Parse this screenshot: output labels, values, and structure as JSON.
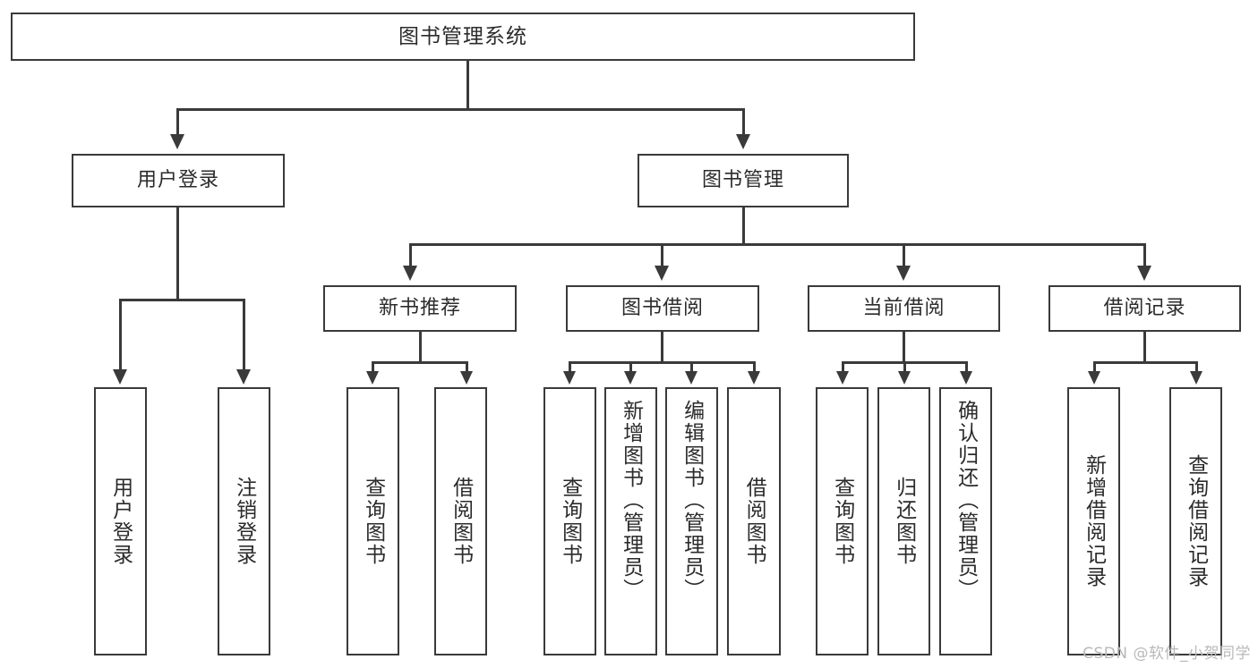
{
  "diagram": {
    "type": "tree-hierarchy",
    "title": "图书管理系统",
    "root": {
      "label": "图书管理系统"
    },
    "level1": [
      {
        "label": "用户登录"
      },
      {
        "label": "图书管理"
      }
    ],
    "level2": [
      {
        "label": "新书推荐"
      },
      {
        "label": "图书借阅"
      },
      {
        "label": "当前借阅"
      },
      {
        "label": "借阅记录"
      }
    ],
    "leaves": {
      "user_login": [
        {
          "label": "用户登录"
        },
        {
          "label": "注销登录"
        }
      ],
      "new_book_recommend": [
        {
          "label": "查询图书"
        },
        {
          "label": "借阅图书"
        }
      ],
      "book_borrow": [
        {
          "label": "查询图书"
        },
        {
          "label": "新增图书（管理员）"
        },
        {
          "label": "编辑图书（管理员）"
        },
        {
          "label": "借阅图书"
        }
      ],
      "current_borrow": [
        {
          "label": "查询图书"
        },
        {
          "label": "归还图书"
        },
        {
          "label": "确认归还（管理员）"
        }
      ],
      "borrow_record": [
        {
          "label": "新增借阅记录"
        },
        {
          "label": "查询借阅记录"
        }
      ]
    }
  },
  "watermark": {
    "text": "CSDN @软件_小贺同学"
  },
  "colors": {
    "stroke": "#3a3a3a",
    "background": "#ffffff",
    "text": "#2b2b2b",
    "watermark": "#b9b9b9"
  }
}
